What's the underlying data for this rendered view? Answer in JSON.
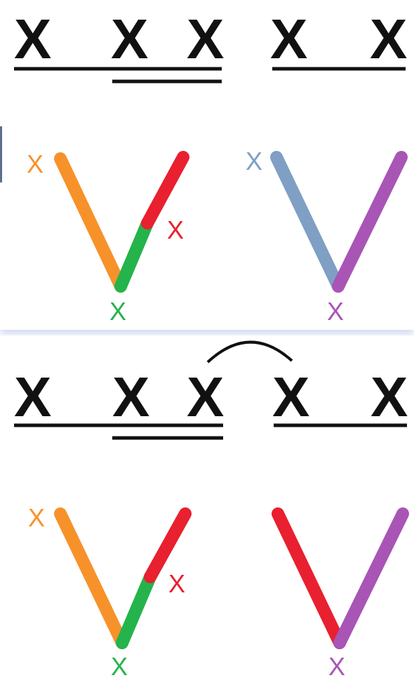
{
  "colors": {
    "ink": "#111111",
    "orange": "#f7922a",
    "red": "#e8202f",
    "green": "#25b34b",
    "blue": "#7f9fc4",
    "purple": "#a855b5"
  },
  "top": {
    "letters": [
      "X",
      "X",
      "X",
      "X",
      "X"
    ],
    "labels": {
      "left_v_top_left": "X",
      "left_v_right_mid": "X",
      "left_v_bottom": "X",
      "right_v_top_left": "X",
      "right_v_bottom": "X"
    }
  },
  "bottom": {
    "letters": [
      "X",
      "X",
      "X",
      "X",
      "X"
    ],
    "labels": {
      "left_v_top_left": "X",
      "left_v_right_mid": "X",
      "left_v_bottom": "X",
      "right_v_bottom": "X"
    }
  }
}
